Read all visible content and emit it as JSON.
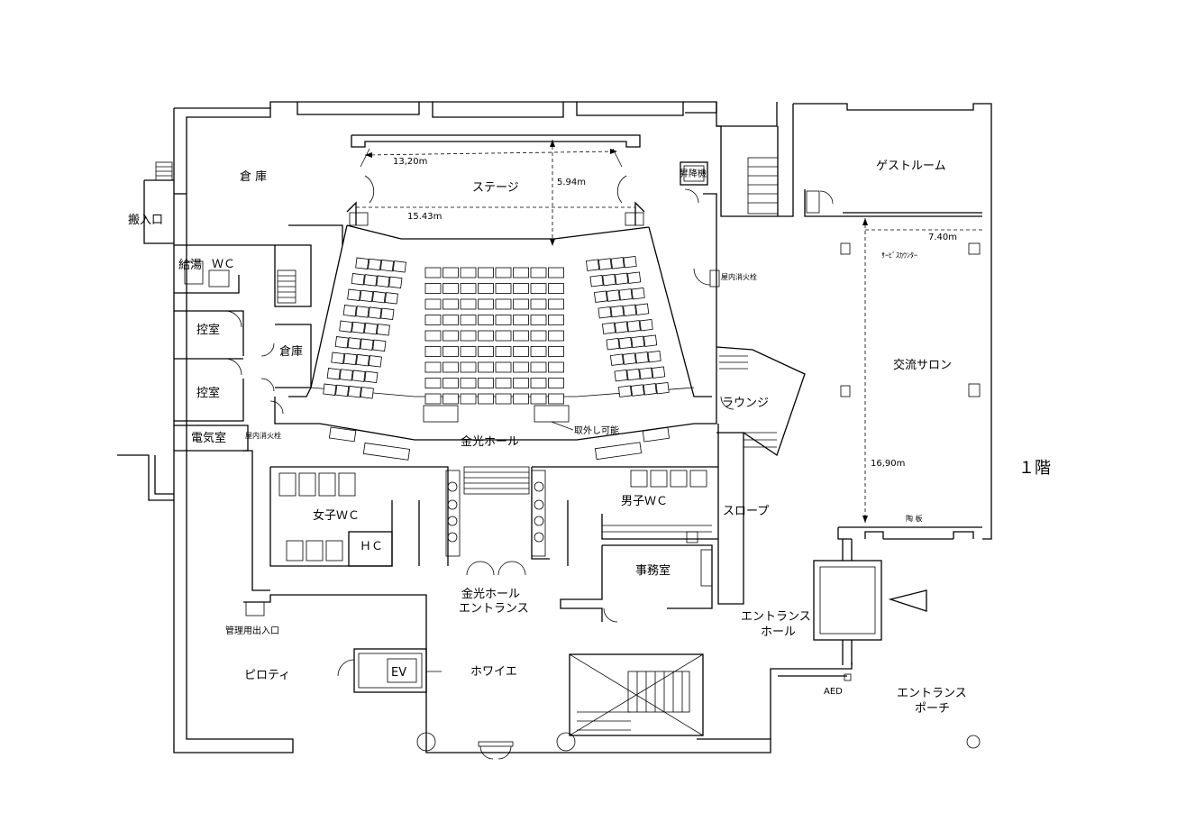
{
  "floor": "１階",
  "rooms": {
    "storage_main": "倉 庫",
    "stage": "ステージ",
    "loading": "搬入口",
    "kitchenette": "給湯",
    "wc_small": "ＷＣ",
    "green_room_1": "控室",
    "green_room_2": "控室",
    "storage_small": "倉庫",
    "electrical": "電気室",
    "hydrant_left": "屋内消火栓",
    "lift": "昇降機",
    "hydrant_right": "屋内消火栓",
    "hall": "金光ホール",
    "removable": "取外し可能",
    "lounge": "ラウンジ",
    "womens_wc": "女子ＷＣ",
    "hc": "ＨＣ",
    "mens_wc": "男子ＷＣ",
    "slope": "スロープ",
    "office": "事務室",
    "hall_entrance_1": "金光ホール",
    "hall_entrance_2": "エントランス",
    "service_entrance": "管理用出入口",
    "piloti": "ピロティ",
    "ev": "EV",
    "foyer": "ホワイエ",
    "entrance_hall_1": "エントランス",
    "entrance_hall_2": "ホール",
    "aed": "AED",
    "porch_1": "エントランス",
    "porch_2": "ポーチ",
    "guest_room": "ゲストルーム",
    "service_counter": "ｻｰﾋﾞｽｶｳﾝﾀｰ",
    "salon": "交流サロン",
    "pottery_board": "陶 板"
  },
  "dimensions": {
    "stage_inner_width": "13,20m",
    "stage_depth": "5.94m",
    "proscenium_width": "15.43m",
    "salon_width": "7.40m",
    "salon_length": "16,90m"
  },
  "colors": {
    "line": "#000000",
    "background": "#ffffff"
  }
}
